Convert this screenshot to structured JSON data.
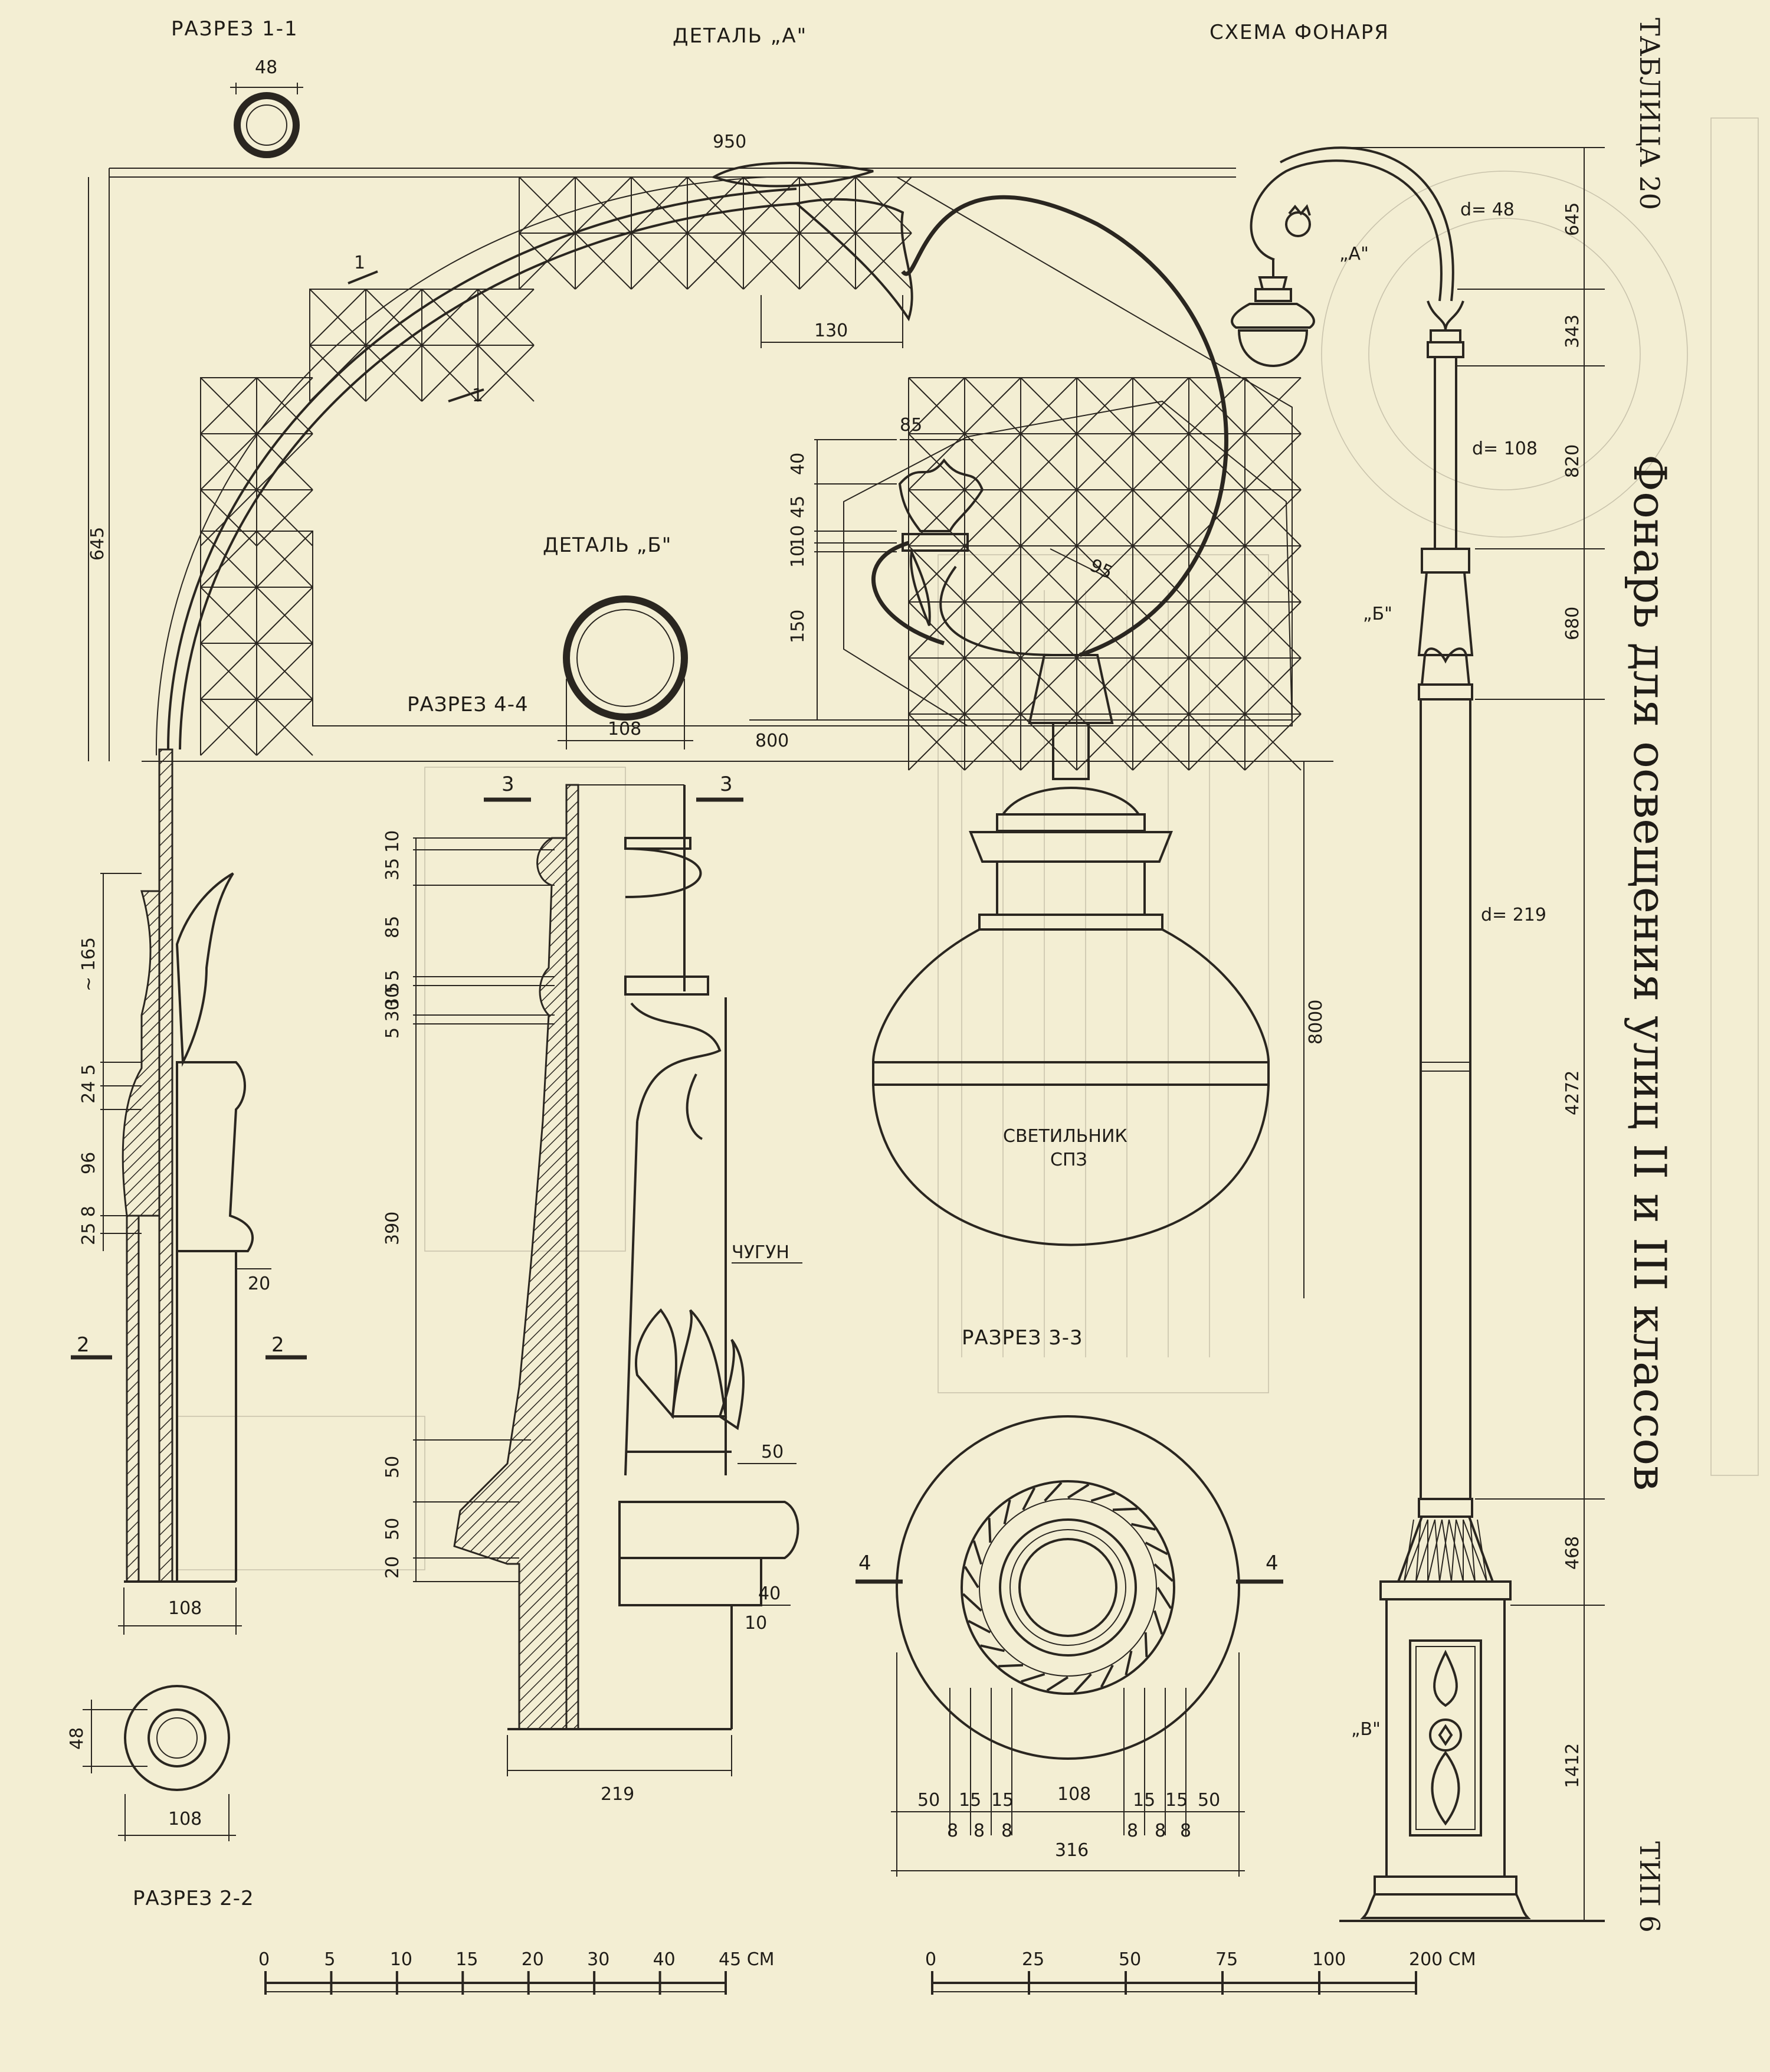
{
  "header": {
    "section_1_1": "РАЗРЕЗ 1-1",
    "detail_a": "ДЕТАЛЬ „А\"",
    "lamp_scheme": "СХЕМА ФОНАРЯ"
  },
  "table_label": "ТАБЛИЦА 20",
  "main_title": "Фонарь для освещения улиц II и III классов",
  "type_label": "ТИП 6",
  "labels": {
    "detail_b": "ДЕТАЛЬ „Б\"",
    "section_4_4": "РАЗРЕЗ 4-4",
    "section_3_3": "РАЗРЕЗ 3-3",
    "section_2_2": "РАЗРЕЗ 2-2",
    "luminaire_1": "СВЕТИЛЬНИК",
    "luminaire_2": "СПЗ",
    "material": "ЧУГУН",
    "cut_1": "1",
    "cut_2": "2",
    "cut_3": "3",
    "cut_4": "4",
    "callout_a": "„А\"",
    "callout_b": "„Б\"",
    "callout_v": "„В\""
  },
  "dimensions": {
    "tube_48": "48",
    "span_950": "950",
    "height_645": "645",
    "d_130": "130",
    "d_85": "85",
    "d_40": "40",
    "d_45": "45",
    "d_10a": "10",
    "d_10b": "10",
    "d_150": "150",
    "r_95": "95",
    "d_800": "800",
    "d_8000": "8000",
    "pipe_108": "108",
    "v_10": "10",
    "v_35": "35",
    "v_85": "85",
    "v_30_5": "30 5",
    "v_5_30_5": "5 30 5",
    "v_390": "390",
    "v_50a": "50",
    "v_50b": "50",
    "v_20": "20",
    "h_50": "50",
    "h_40": "40",
    "h_10": "10",
    "w_219": "219",
    "left_165": "~ 165",
    "left_24_5": "24 5",
    "left_96": "96",
    "left_25_8": "25 8",
    "left_20": "20",
    "left_108": "108",
    "sec22_48": "48",
    "sec22_108": "108",
    "r_50a": "50",
    "r_15a": "15",
    "r_15b": "15",
    "r_108": "108",
    "r_15c": "15",
    "r_15d": "15",
    "r_50b": "50",
    "r_8a": "8",
    "r_8b": "8",
    "r_8c": "8",
    "r_8d": "8",
    "r_8e": "8",
    "r_8f": "8",
    "r_316": "316",
    "s_645": "645",
    "s_343": "343",
    "s_820": "820",
    "s_680": "680",
    "s_4272": "4272",
    "s_468": "468",
    "s_1412": "1412",
    "s_d48": "d= 48",
    "s_d108": "d= 108",
    "s_d219": "d= 219"
  },
  "scale_left": {
    "ticks": [
      "0",
      "5",
      "10",
      "15",
      "20",
      "30",
      "40",
      "45 СМ"
    ]
  },
  "scale_right": {
    "ticks": [
      "0",
      "25",
      "50",
      "75",
      "100",
      "200 СМ"
    ]
  }
}
